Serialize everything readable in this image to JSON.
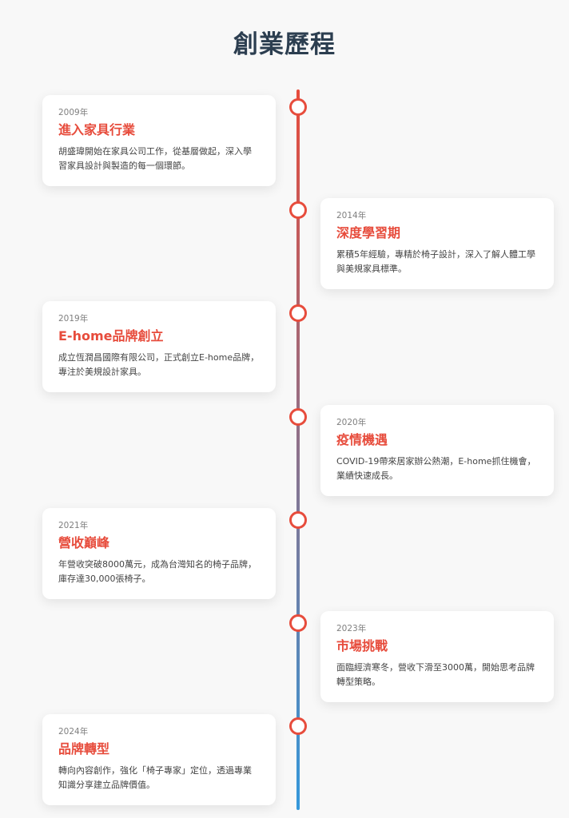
{
  "page_title": "創業歷程",
  "colors": {
    "accent": "#e74c3c",
    "line_end": "#3498db",
    "heading": "#2c3e50"
  },
  "events": [
    {
      "year": "2009年",
      "title": "進入家具行業",
      "desc": "胡盛瑋開始在家具公司工作，從基層做起，深入學習家具設計與製造的每一個環節。"
    },
    {
      "year": "2014年",
      "title": "深度學習期",
      "desc": "累積5年經驗，專精於椅子設計，深入了解人體工學與美規家具標準。"
    },
    {
      "year": "2019年",
      "title": "E-home品牌創立",
      "desc": "成立恆潤昌國際有限公司，正式創立E-home品牌，專注於美規設計家具。"
    },
    {
      "year": "2020年",
      "title": "疫情機遇",
      "desc": "COVID-19帶來居家辦公熱潮，E-home抓住機會，業績快速成長。"
    },
    {
      "year": "2021年",
      "title": "營收巔峰",
      "desc": "年營收突破8000萬元，成為台灣知名的椅子品牌，庫存達30,000張椅子。"
    },
    {
      "year": "2023年",
      "title": "市場挑戰",
      "desc": "面臨經濟寒冬，營收下滑至3000萬，開始思考品牌轉型策略。"
    },
    {
      "year": "2024年",
      "title": "品牌轉型",
      "desc": "轉向內容創作，強化「椅子專家」定位，透過專業知識分享建立品牌價值。"
    }
  ]
}
